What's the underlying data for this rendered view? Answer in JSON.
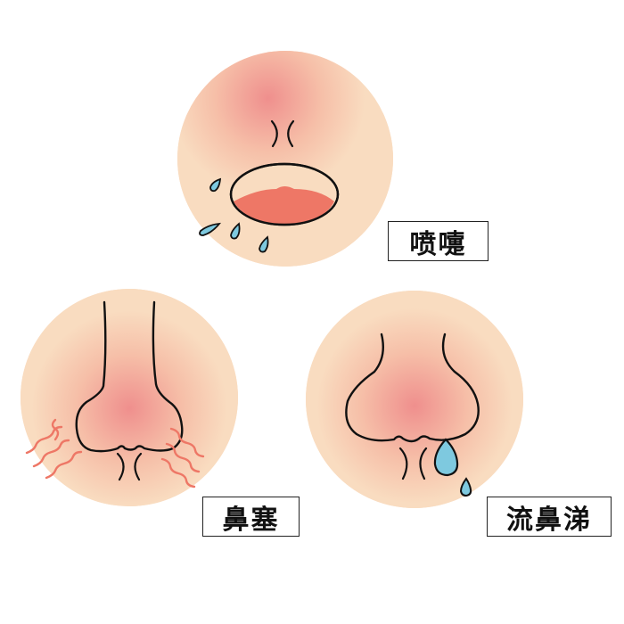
{
  "panels": [
    {
      "id": "sneeze",
      "label": "喷嚏"
    },
    {
      "id": "nasal-congestion",
      "label": "鼻塞"
    },
    {
      "id": "runny-nose",
      "label": "流鼻涕"
    }
  ],
  "colors": {
    "skin": "#f9dcc0",
    "redness": "#ef8f8d",
    "mouth": "#ee7766",
    "droplet": "#7ec9df",
    "wavy_lines": "#ee7766",
    "outline": "#111111"
  }
}
